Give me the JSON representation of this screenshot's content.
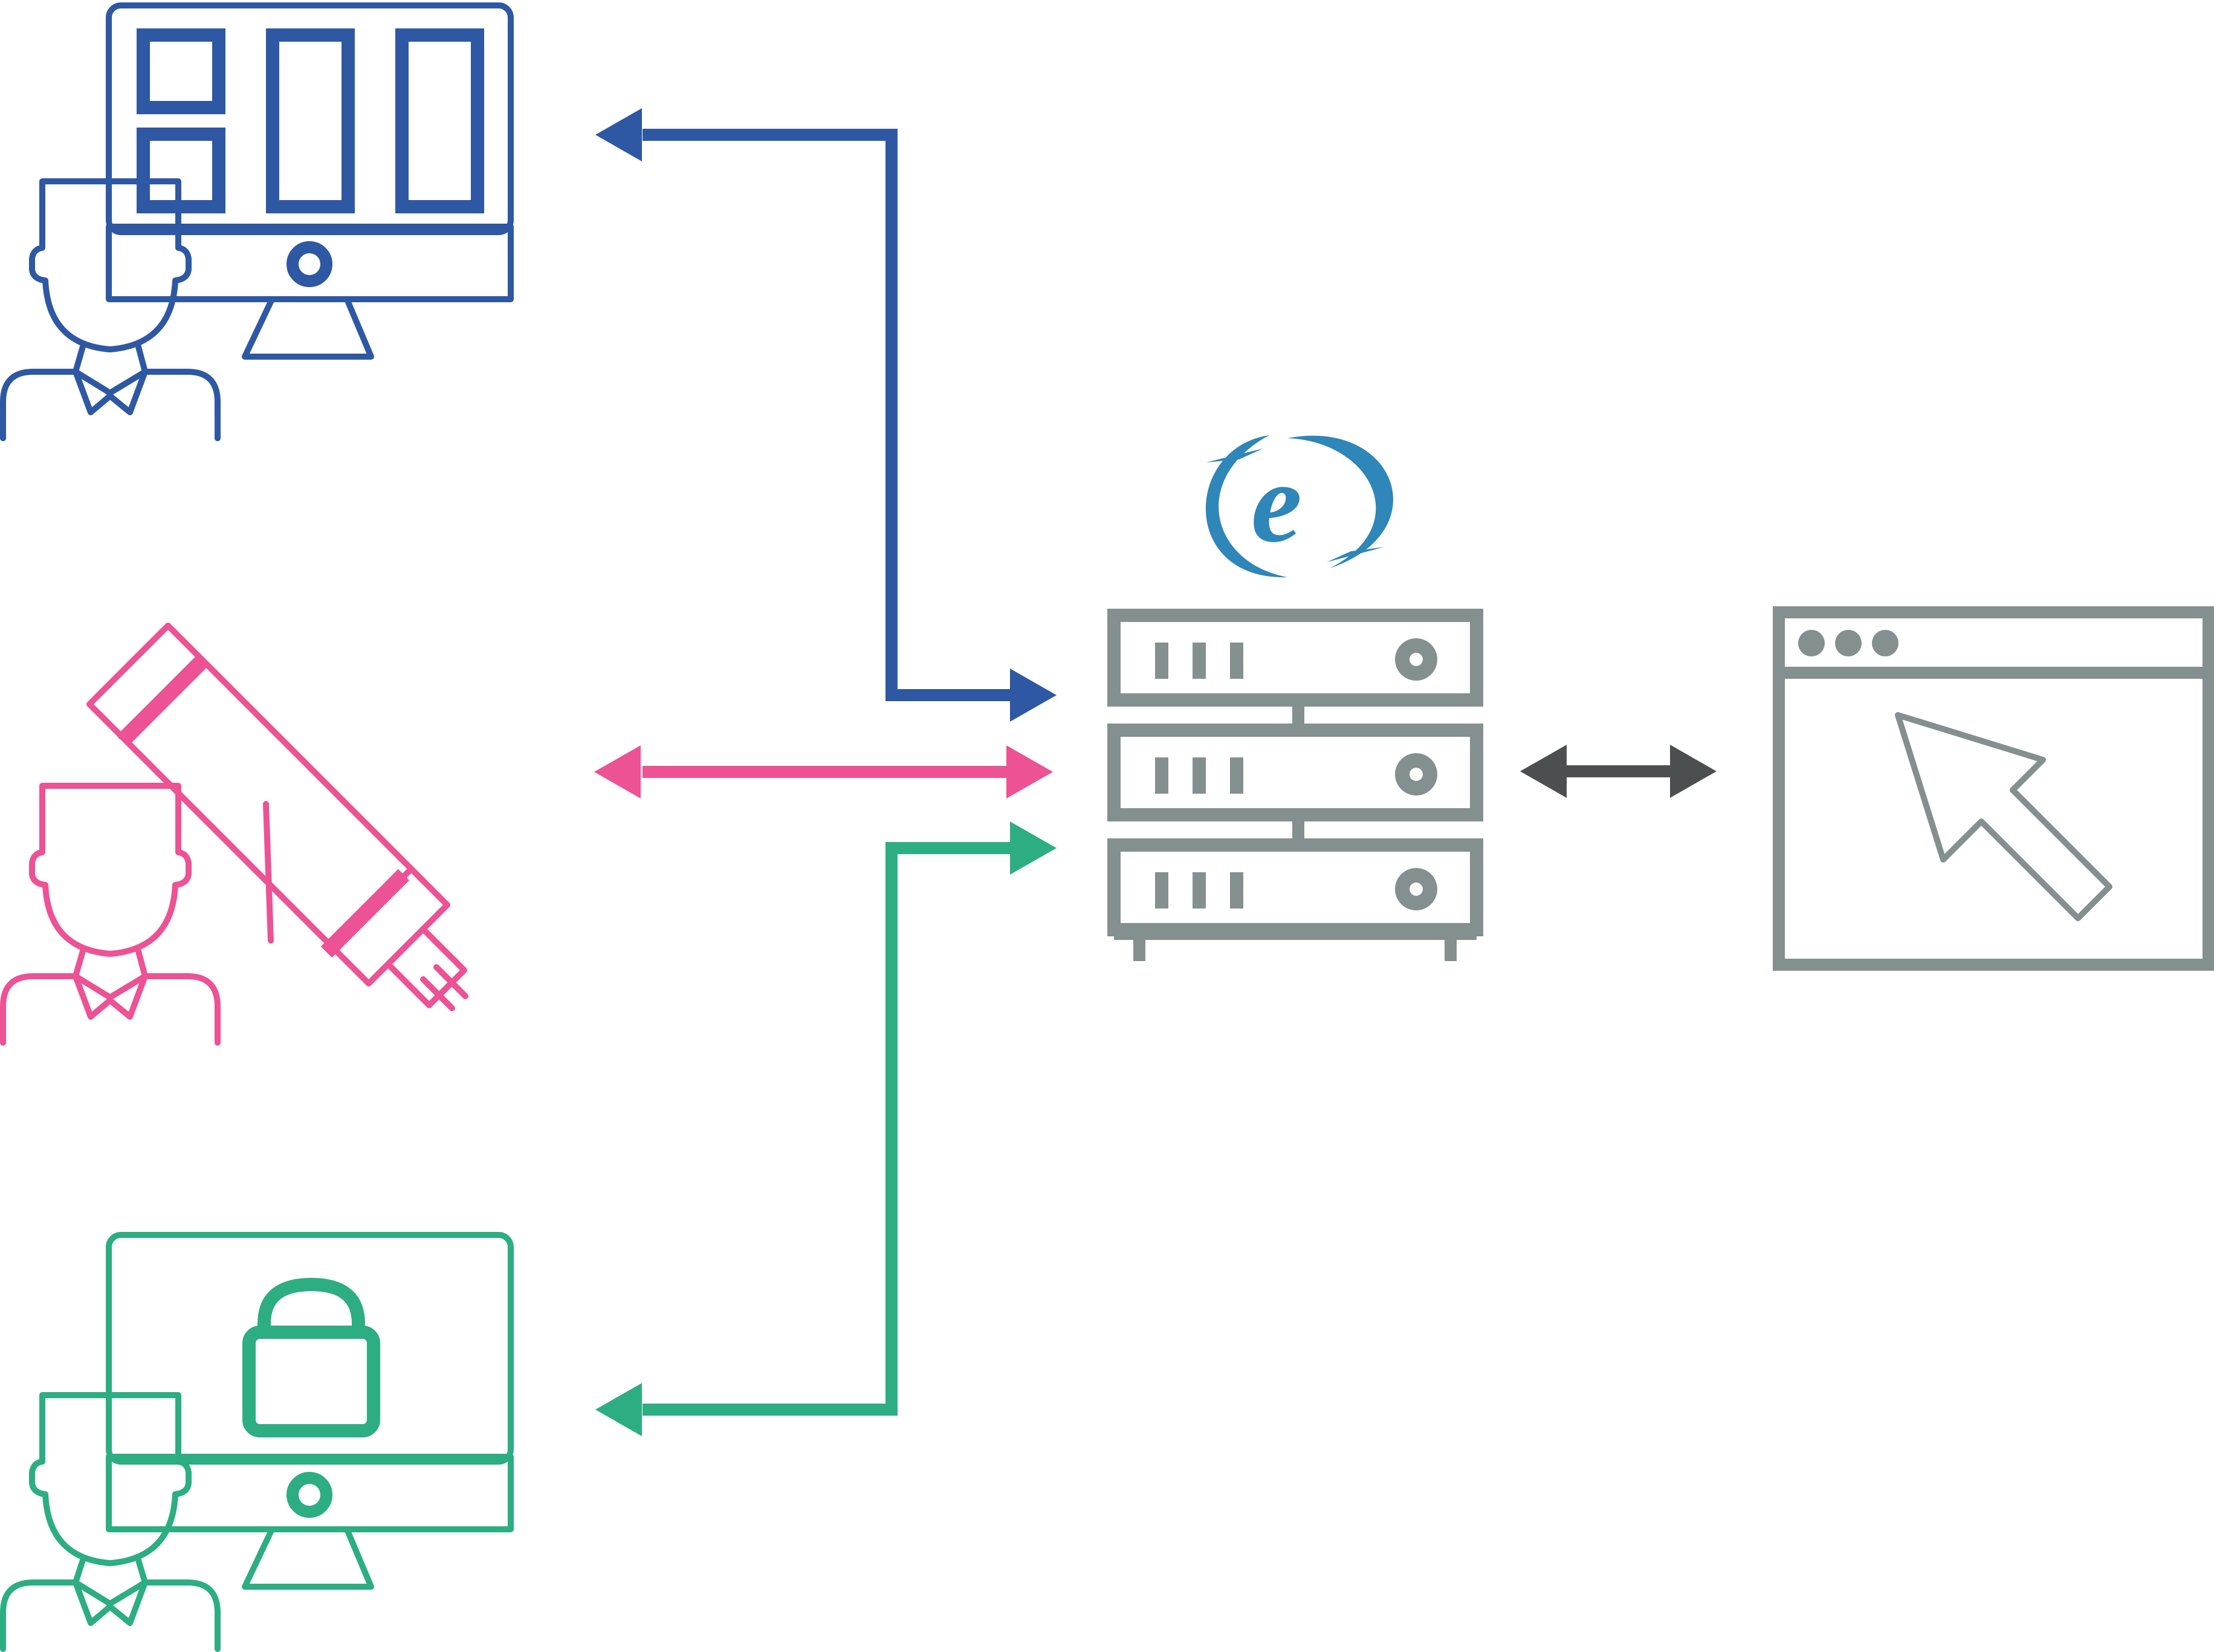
{
  "colors": {
    "admin_blue": "#2E58A3",
    "designer_pink": "#EC5294",
    "security_green": "#2CAE82",
    "server_gray": "#83908F",
    "logo_blue": "#2F86B8",
    "bidirectional_arrow_dark": "#4C4F4F",
    "background": "#FFFFFF"
  },
  "nodes": [
    {
      "id": "admin-user",
      "icon": "person-at-computer-with-dashboard-icon",
      "color": "admin_blue"
    },
    {
      "id": "designer-user",
      "icon": "person-with-pencil-icon",
      "color": "designer_pink"
    },
    {
      "id": "security-user",
      "icon": "person-at-computer-with-padlock-icon",
      "color": "security_green"
    },
    {
      "id": "server",
      "icon": "server-rack-icon",
      "color": "server_gray",
      "badge": "e-logo-icon"
    },
    {
      "id": "browser",
      "icon": "browser-window-with-cursor-icon",
      "color": "server_gray"
    }
  ],
  "edges": [
    {
      "from": "admin-user",
      "to": "server",
      "direction": "both",
      "color": "admin_blue"
    },
    {
      "from": "designer-user",
      "to": "server",
      "direction": "both",
      "color": "designer_pink"
    },
    {
      "from": "security-user",
      "to": "server",
      "direction": "both",
      "color": "security_green"
    },
    {
      "from": "server",
      "to": "browser",
      "direction": "both",
      "color": "bidirectional_arrow_dark"
    }
  ],
  "logo": {
    "text": "e"
  }
}
